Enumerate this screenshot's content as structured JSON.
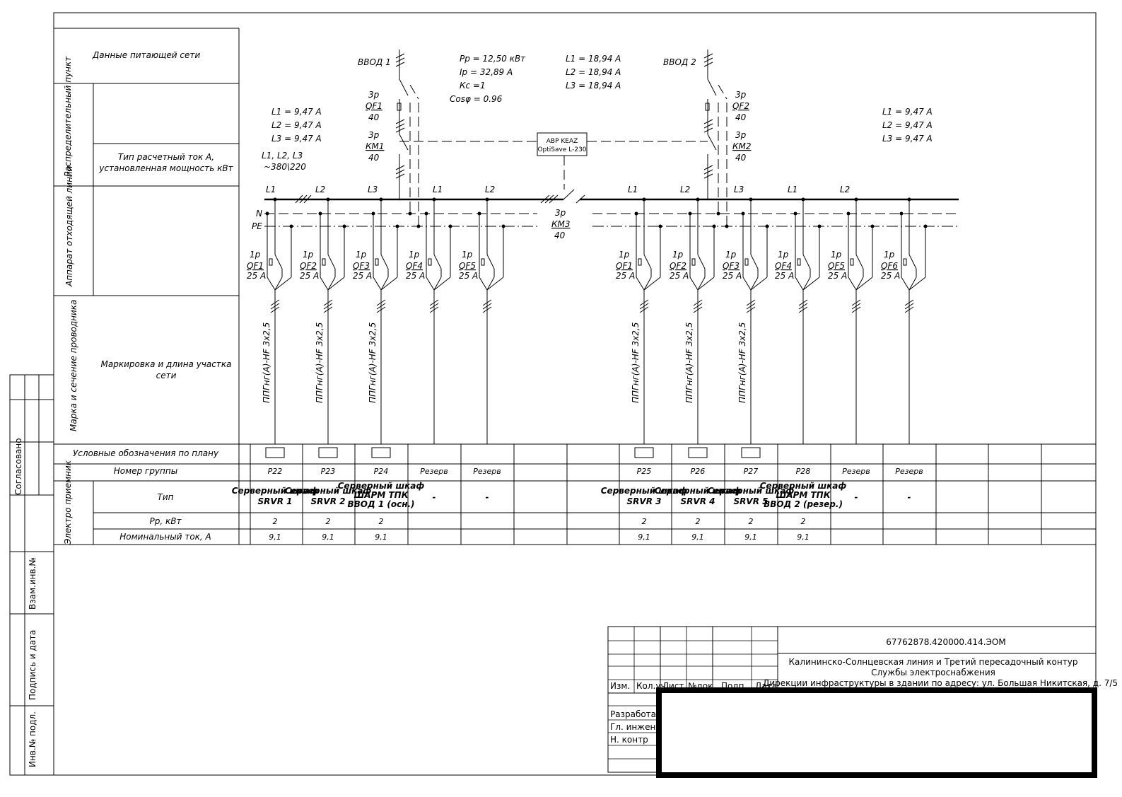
{
  "left_table": {
    "row1": "Данные питающей сети",
    "group_vertical": "Распределительный пункт",
    "row3a": "Тип расчетный ток А,",
    "row3b": "установленная мощность кВт",
    "apparatus_vertical": "Аппарат отходящей линии",
    "conductor_vertical": "Марка и сечение проводника",
    "marking_a": "Маркировка и длина участка",
    "marking_b": "сети",
    "symbols": "Условные обозначения по плану",
    "group_no": "Номер группы",
    "receiver_vertical": "Электро приемник",
    "type": "Тип",
    "pp": "Рр, кВт",
    "nom_current": "Номинальный ток, А"
  },
  "side_stamp": {
    "vzam": "Взам.инв.№",
    "podpis": "Подпись и дата",
    "inv": "Инв.№ подл.",
    "sogl": "Согласовано"
  },
  "inputs": {
    "vvod1": "ВВОД 1",
    "vvod2": "ВВОД 2",
    "summary": [
      "Рр = 12,50 кВт",
      "Iр = 32,89 А",
      "Кс =1",
      "Cosφ = 0.96"
    ],
    "center_currents": [
      "L1 = 18,94  А",
      "L2 = 18,94  А",
      "L3 = 18,94  А"
    ],
    "left_currents": [
      "L1 = 9,47  А",
      "L2 = 9,47  А",
      "L3 = 9,47  А"
    ],
    "right_currents": [
      "L1 = 9,47  А",
      "L2 = 9,47  А",
      "L3 = 9,47  А"
    ],
    "phases_note": [
      "L1, L2, L3",
      "~380\\220"
    ],
    "qf1": {
      "poles": "3р",
      "name": "QF1",
      "rating": "40"
    },
    "km1": {
      "poles": "3р",
      "name": "КМ1",
      "rating": "40"
    },
    "qf2": {
      "poles": "3р",
      "name": "QF2",
      "rating": "40"
    },
    "km2": {
      "poles": "3р",
      "name": "КМ2",
      "rating": "40"
    },
    "km3": {
      "poles": "3р",
      "name": "КМ3",
      "rating": "40"
    },
    "avr": [
      "АВР KEAZ",
      "OptiSave L-230"
    ]
  },
  "bus": {
    "left_phases": [
      "L1",
      "L2",
      "L3",
      "L1",
      "L2"
    ],
    "right_phases": [
      "L1",
      "L2",
      "L3",
      "L1",
      "L2"
    ],
    "n": "N",
    "pe": "PE"
  },
  "feeders_left": [
    {
      "poles": "1р",
      "name": "QF1",
      "rating": "25  А",
      "cable": "ППГнг(А)-HF 3х2,5",
      "group": "Р22",
      "type": [
        "Серверный шкаф",
        "SRVR 1"
      ],
      "pp": "2",
      "current": "9,1"
    },
    {
      "poles": "1р",
      "name": "QF2",
      "rating": "25  А",
      "cable": "ППГнг(А)-HF 3х2,5",
      "group": "Р23",
      "type": [
        "Серверный шкаф",
        "SRVR 2"
      ],
      "pp": "2",
      "current": "9,1"
    },
    {
      "poles": "1р",
      "name": "QF3",
      "rating": "25  А",
      "cable": "ППГнг(А)-HF 3х2,5",
      "group": "Р24",
      "type": [
        "Серверный шкаф",
        "ШАРМ ТПК",
        "ВВОД 1 (осн.)"
      ],
      "pp": "2",
      "current": "9,1"
    },
    {
      "poles": "1р",
      "name": "QF4",
      "rating": "25  А",
      "cable": "",
      "group": "Резерв",
      "type": [
        "-"
      ],
      "pp": "",
      "current": ""
    },
    {
      "poles": "1р",
      "name": "QF5",
      "rating": "25  А",
      "cable": "",
      "group": "Резерв",
      "type": [
        "-"
      ],
      "pp": "",
      "current": ""
    }
  ],
  "feeders_right": [
    {
      "poles": "1р",
      "name": "QF1",
      "rating": "25  А",
      "cable": "ППГнг(А)-HF 3х2,5",
      "group": "Р25",
      "type": [
        "Серверный шкаф",
        "SRVR 3"
      ],
      "pp": "2",
      "current": "9,1"
    },
    {
      "poles": "1р",
      "name": "QF2",
      "rating": "25  А",
      "cable": "ППГнг(А)-HF 3х2,5",
      "group": "Р26",
      "type": [
        "Серверный шкаф",
        "SRVR 4"
      ],
      "pp": "2",
      "current": "9,1"
    },
    {
      "poles": "1р",
      "name": "QF3",
      "rating": "25  А",
      "cable": "ППГнг(А)-HF 3х2,5",
      "group": "Р27",
      "type": [
        "Серверный шкаф",
        "SRVR 5"
      ],
      "pp": "2",
      "current": "9,1"
    },
    {
      "poles": "1р",
      "name": "QF4",
      "rating": "25  А",
      "cable": "",
      "group": "Р28",
      "type": [
        "Серверный шкаф",
        "ШАРМ ТПК",
        "ВВОД 2 (резер.)"
      ],
      "pp": "2",
      "current": "9,1"
    },
    {
      "poles": "1р",
      "name": "QF5",
      "rating": "25  А",
      "cable": "",
      "group": "Резерв",
      "type": [
        "-"
      ],
      "pp": "",
      "current": ""
    },
    {
      "poles": "1р",
      "name": "QF6",
      "rating": "25  А",
      "cable": "",
      "group": "Резерв",
      "type": [
        "-"
      ],
      "pp": "",
      "current": ""
    }
  ],
  "title_block": {
    "code": "67762878.420000.414.ЭОМ",
    "line1": "Калининско-Солнцевская линия и Третий пересадочный контур",
    "line2": "Службы электроснабжения",
    "line3": "Дирекции инфраструктуры в здании по адресу: ул. Большая Никитская, д. 7/5",
    "cols": [
      "Изм.",
      "Кол.уч.",
      "Лист",
      "№док.",
      "Подп.",
      "Дата"
    ],
    "roles": [
      "Разработал",
      "Гл. инженер",
      "Н. контр"
    ]
  }
}
